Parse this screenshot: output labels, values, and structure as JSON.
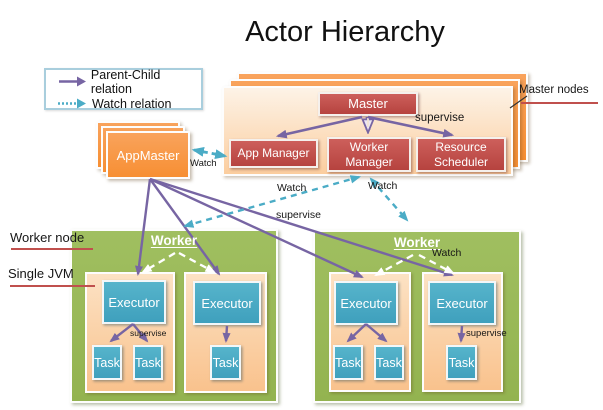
{
  "title": "Actor Hierarchy",
  "legend": {
    "items": [
      {
        "icon": "parent-child-arrow-icon",
        "label": "Parent-Child relation"
      },
      {
        "icon": "watch-arrow-icon",
        "label": "Watch relation"
      }
    ]
  },
  "master_group": {
    "side_label": "Master nodes",
    "master_label": "Master",
    "app_manager_label": "App Manager",
    "worker_manager_label": "Worker Manager",
    "resource_scheduler_label": "Resource Scheduler",
    "supervise_label": "supervise"
  },
  "app_master": {
    "label": "AppMaster",
    "watch_label": "Watch"
  },
  "relations": {
    "watch_left_label": "Watch",
    "watch_right_label": "Watch",
    "supervise_label": "supervise"
  },
  "side_labels": {
    "worker_node": "Worker node",
    "single_jvm": "Single JVM"
  },
  "workers": [
    {
      "title": "Worker",
      "jvms": [
        {
          "executor": "Executor",
          "supervise_label": "supervise",
          "tasks": [
            "Task",
            "Task"
          ]
        },
        {
          "executor": "Executor",
          "tasks": [
            "Task"
          ]
        }
      ]
    },
    {
      "title": "Worker",
      "watch_label": "Watch",
      "jvms": [
        {
          "executor": "Executor",
          "tasks": [
            "Task",
            "Task"
          ]
        },
        {
          "executor": "Executor",
          "supervise_label": "supervise",
          "tasks": [
            "Task"
          ]
        }
      ]
    }
  ],
  "colors": {
    "purple_arrow": "#7765a3",
    "cyan_arrow": "#4bacc6",
    "orange": "#f79646",
    "red": "#c0504d",
    "green": "#9bbb59",
    "cyan_box": "#4bacc6",
    "underline_red": "#c0504d",
    "legend_border": "#a9cedd"
  }
}
